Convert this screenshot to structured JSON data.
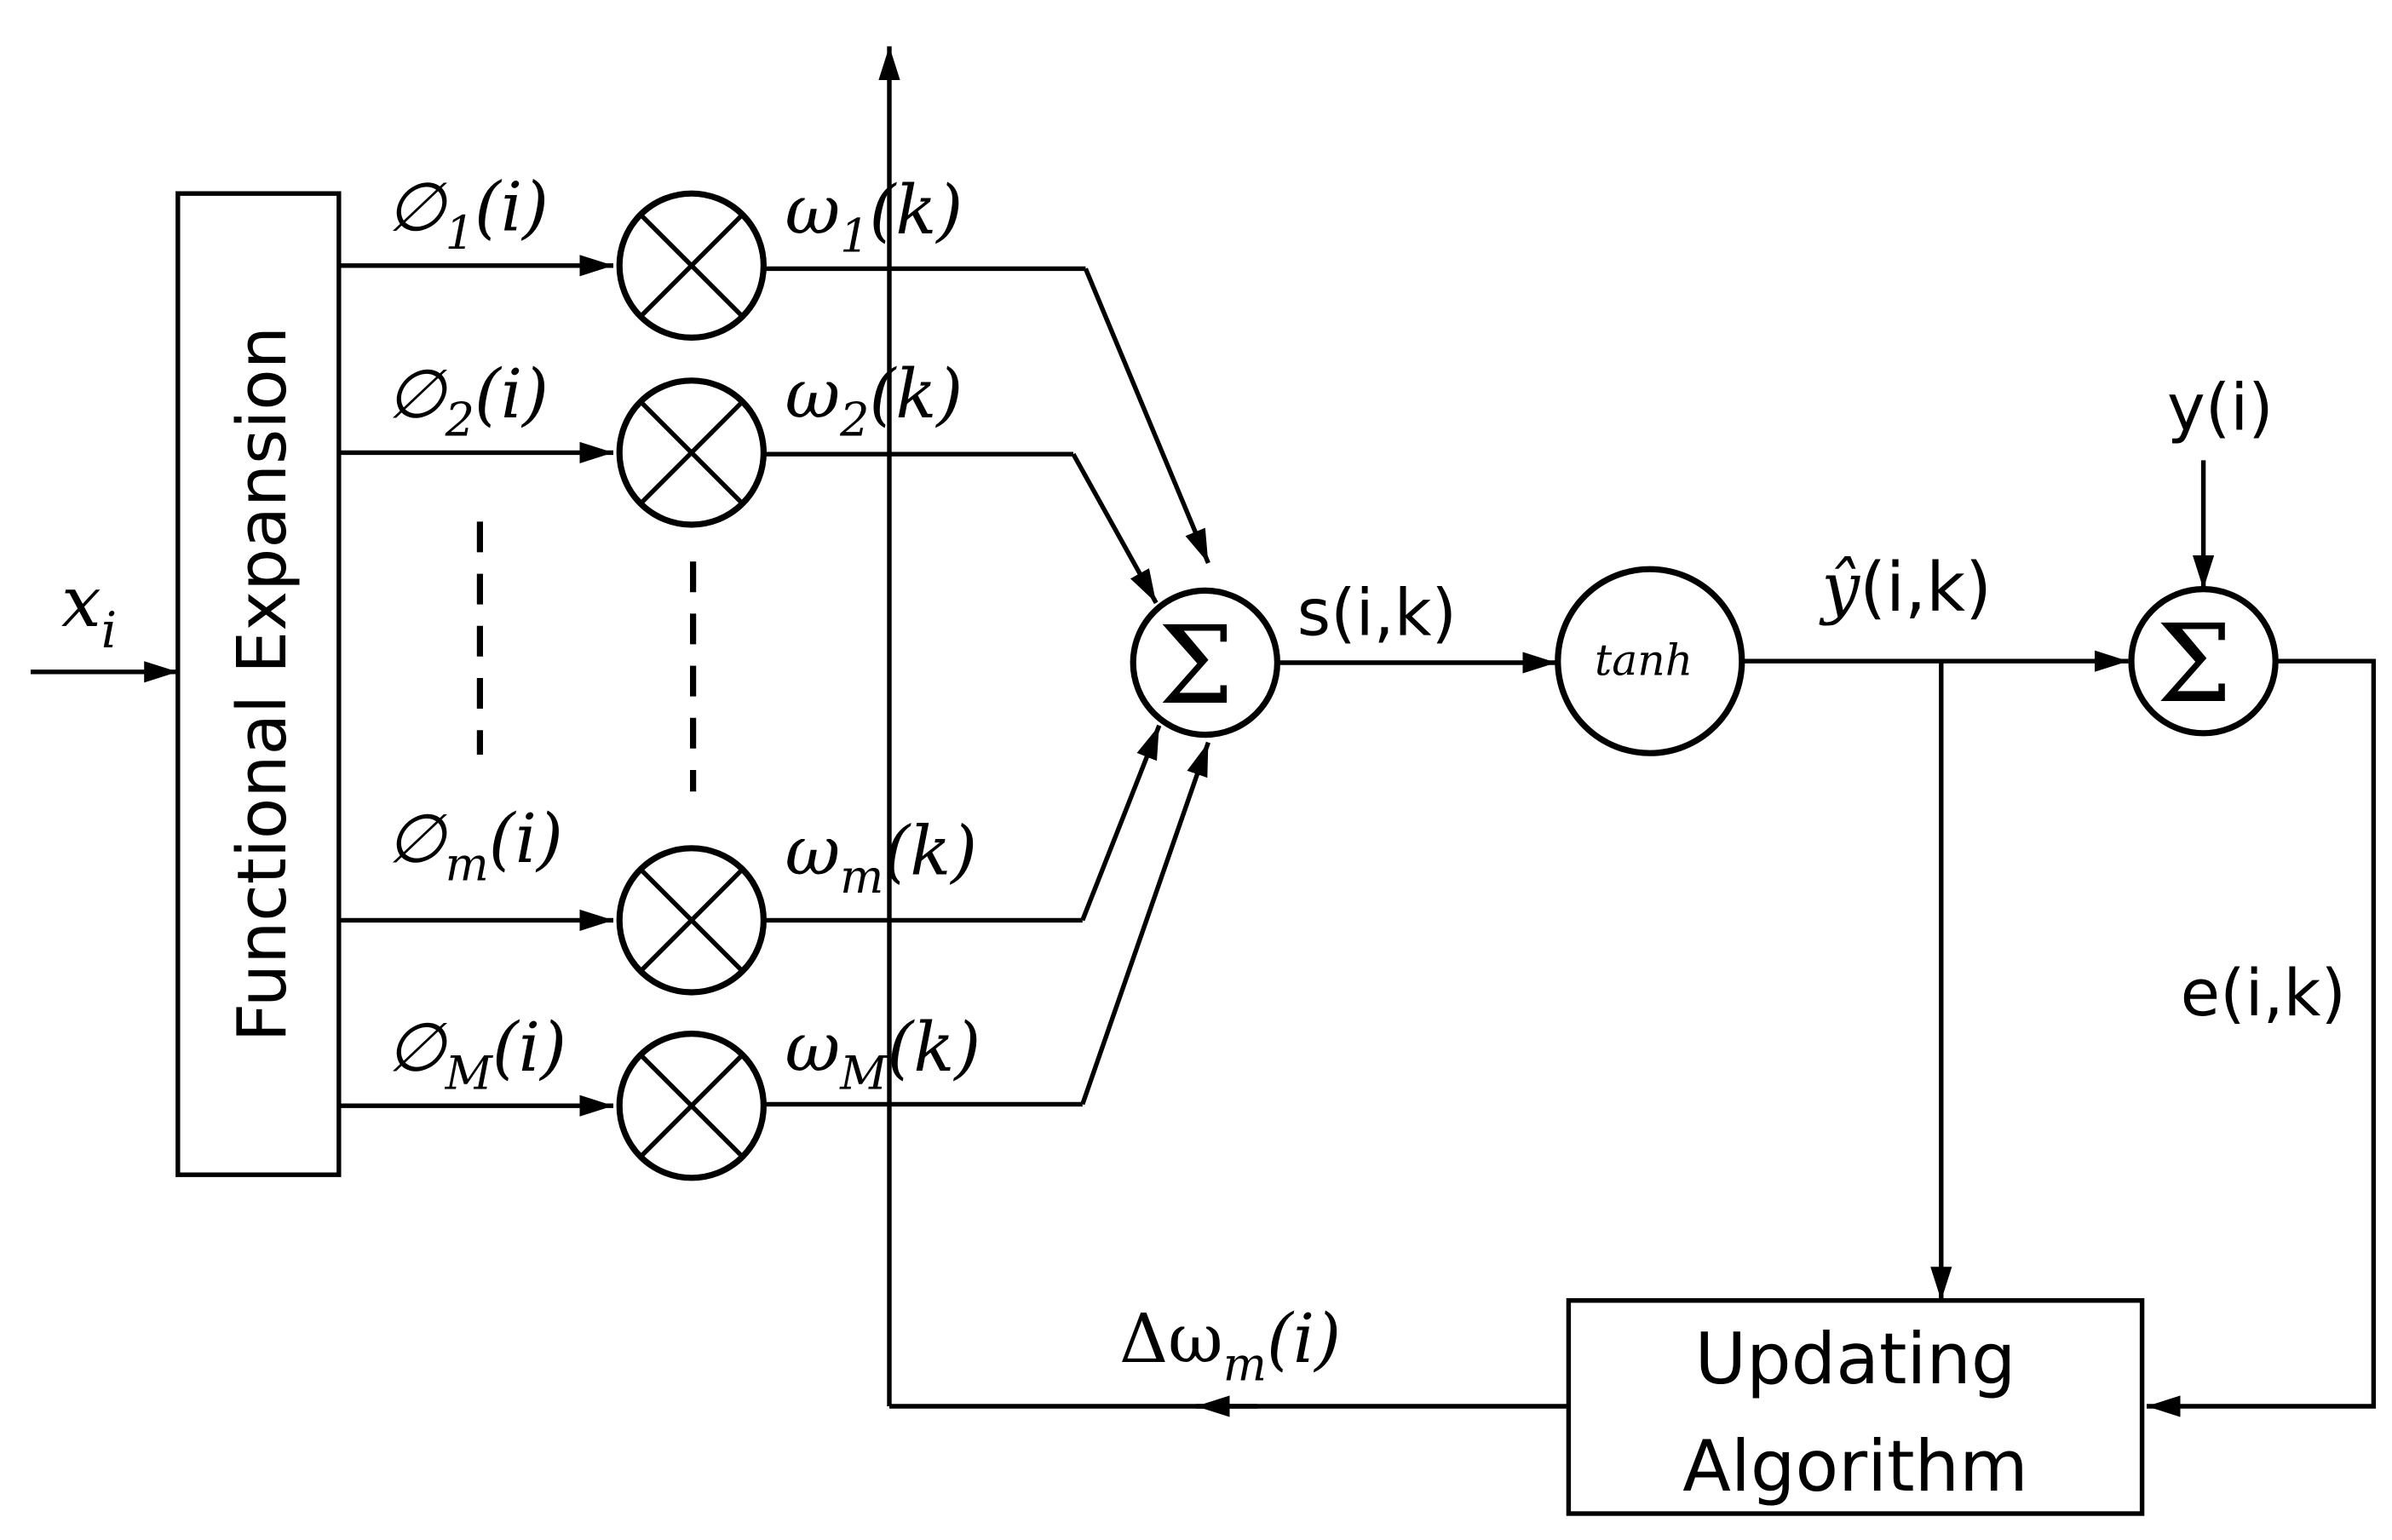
{
  "input": {
    "symbol": "x",
    "subscript": "i"
  },
  "expansion_block": {
    "label": "Functional Expansion"
  },
  "branches": [
    {
      "phi": "∅",
      "phi_sub": "1",
      "phi_arg": "(i)",
      "w": "ω",
      "w_sub": "1",
      "w_arg": "(k)"
    },
    {
      "phi": "∅",
      "phi_sub": "2",
      "phi_arg": "(i)",
      "w": "ω",
      "w_sub": "2",
      "w_arg": "(k)"
    },
    {
      "phi": "∅",
      "phi_sub": "m",
      "phi_arg": "(i)",
      "w": "ω",
      "w_sub": "m",
      "w_arg": "(k)"
    },
    {
      "phi": "∅",
      "phi_sub": "M",
      "phi_arg": "(i)",
      "w": "ω",
      "w_sub": "M",
      "w_arg": "(k)"
    }
  ],
  "summer": {
    "symbol": "Σ"
  },
  "signals": {
    "s": "s(i,k)",
    "yhat": "ŷ",
    "yhat_arg": "(i,k)",
    "y": "y(i)",
    "e": "e(i,k)",
    "dw": "Δω",
    "dw_sub": "m",
    "dw_arg": "(i)"
  },
  "activation": {
    "label": "tanh"
  },
  "error_summer": {
    "symbol": "Σ"
  },
  "update_block": {
    "line1": "Updating",
    "line2": "Algorithm"
  }
}
